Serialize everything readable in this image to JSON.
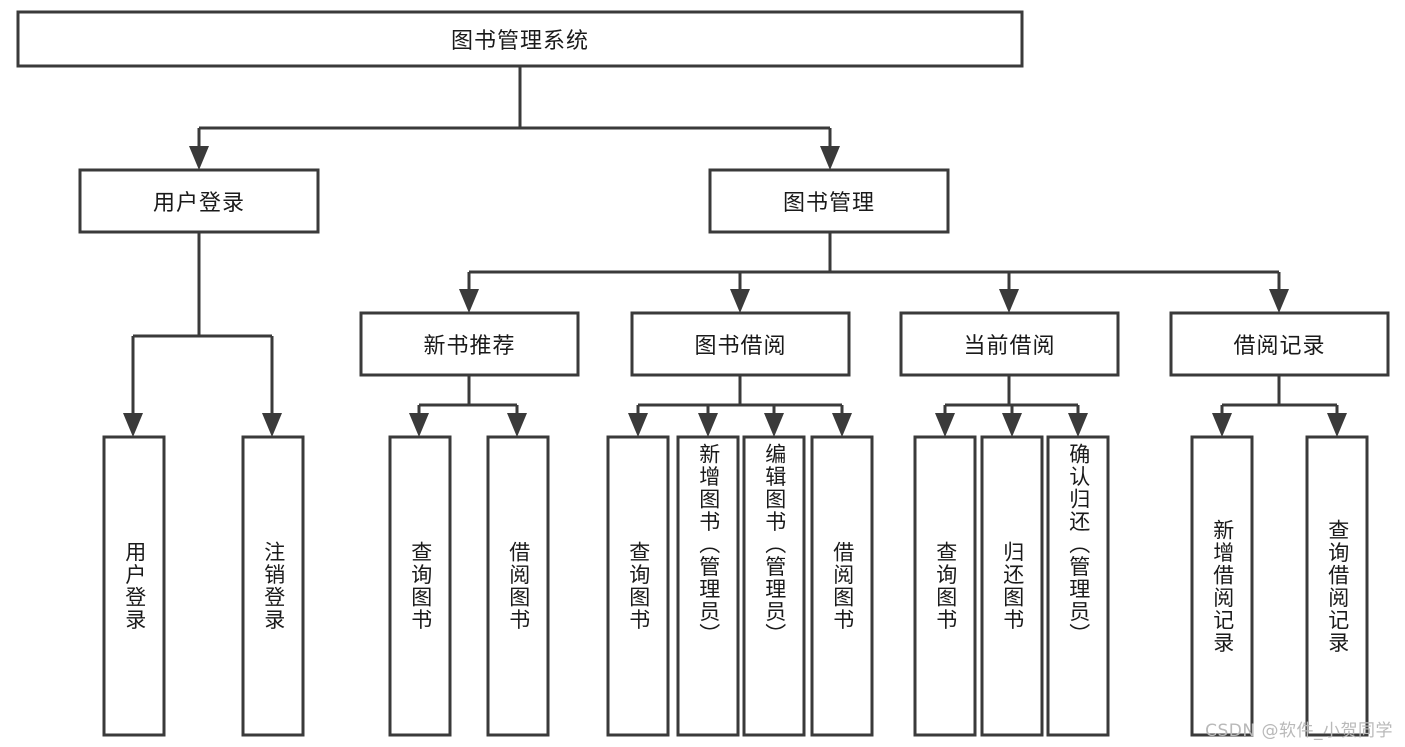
{
  "diagram": {
    "title": "图书管理系统",
    "type": "tree",
    "watermark": "CSDN @软件_小贺同学",
    "colors": {
      "stroke": "#3a3a3a",
      "fill": "#ffffff",
      "text": "#1a1a1a",
      "watermark": "#b9b9b9",
      "background": "#ffffff"
    },
    "root": {
      "id": "root",
      "label": "图书管理系统",
      "orientation": "horizontal"
    },
    "level1": [
      {
        "id": "user-login",
        "label": "用户登录",
        "orientation": "horizontal"
      },
      {
        "id": "book-manage",
        "label": "图书管理",
        "orientation": "horizontal"
      }
    ],
    "level2": [
      {
        "id": "new-book-rec",
        "label": "新书推荐",
        "orientation": "horizontal",
        "parent": "book-manage"
      },
      {
        "id": "book-borrow",
        "label": "图书借阅",
        "orientation": "horizontal",
        "parent": "book-manage"
      },
      {
        "id": "current-borrow",
        "label": "当前借阅",
        "orientation": "horizontal",
        "parent": "book-manage"
      },
      {
        "id": "borrow-record",
        "label": "借阅记录",
        "orientation": "horizontal",
        "parent": "book-manage"
      }
    ],
    "leaves": {
      "user-login": [
        {
          "id": "leaf-user-login",
          "label": "用户登录",
          "orientation": "vertical"
        },
        {
          "id": "leaf-user-logout",
          "label": "注销登录",
          "orientation": "vertical"
        }
      ],
      "new-book-rec": [
        {
          "id": "leaf-query-book-1",
          "label": "查询图书",
          "orientation": "vertical"
        },
        {
          "id": "leaf-borrow-book-1",
          "label": "借阅图书",
          "orientation": "vertical"
        }
      ],
      "book-borrow": [
        {
          "id": "leaf-query-book-2",
          "label": "查询图书",
          "orientation": "vertical"
        },
        {
          "id": "leaf-add-book",
          "label": "新增图书（管理员）",
          "orientation": "vertical"
        },
        {
          "id": "leaf-edit-book",
          "label": "编辑图书（管理员）",
          "orientation": "vertical"
        },
        {
          "id": "leaf-borrow-book-2",
          "label": "借阅图书",
          "orientation": "vertical"
        }
      ],
      "current-borrow": [
        {
          "id": "leaf-query-book-3",
          "label": "查询图书",
          "orientation": "vertical"
        },
        {
          "id": "leaf-return-book",
          "label": "归还图书",
          "orientation": "vertical"
        },
        {
          "id": "leaf-confirm-return",
          "label": "确认归还（管理员）",
          "orientation": "vertical"
        }
      ],
      "borrow-record": [
        {
          "id": "leaf-add-record",
          "label": "新增借阅记录",
          "orientation": "vertical"
        },
        {
          "id": "leaf-query-record",
          "label": "查询借阅记录",
          "orientation": "vertical"
        }
      ]
    }
  }
}
